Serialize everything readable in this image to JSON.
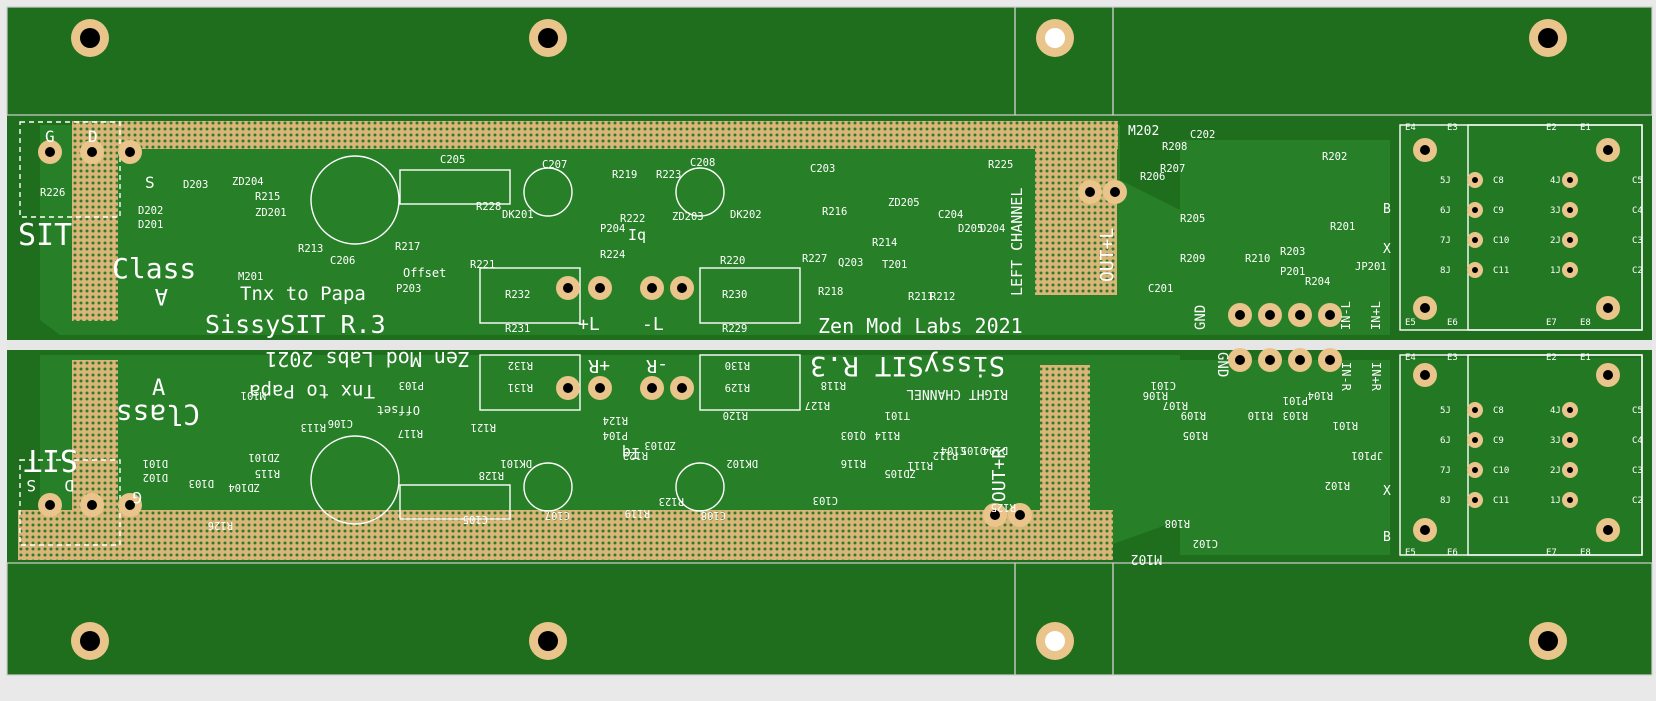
{
  "colors": {
    "background": "#e9e9e9",
    "soldermask": "#1e6e1e",
    "copper_trace": "#2f8f2f",
    "pad": "#e9c58b",
    "silkscreen": "#ffffff",
    "drill": "#000000"
  },
  "labels": {
    "sit_left": "SIT",
    "class_left": "Class",
    "class_a_left": "A",
    "tnx_left": "Tnx  to Papa",
    "product_left": "SissySIT  R.3",
    "offset_left": "Offset",
    "zen_left": "Zen Mod Labs 2021",
    "left_channel": "LEFT CHANNEL",
    "out_l": "OUT+L",
    "gnd_left": "GND",
    "plus_l": "+L",
    "minus_l": "-L",
    "iq_left": "Iq",
    "g_pin_left": "G",
    "d_pin_left": "D",
    "s_pin_left": "S",
    "m202": "M202",
    "in_l": "IN-L",
    "in_plus_l": "IN+L",
    "b_top": "B",
    "x_top": "X",
    "sit_right": "SIT",
    "class_right": "Class",
    "class_a_right": "A",
    "tnx_right": "Tnx  to Papa",
    "product_right": "SissySIT R.3",
    "offset_right": "Offset",
    "zen_right": "Zen Mod Labs 2021",
    "right_channel": "RIGHT CHANNEL",
    "out_r": "OUT+R",
    "gnd_right": "GND",
    "plus_r": "+R",
    "minus_r": "-R",
    "iq_right": "Iq",
    "g_pin_right": "G",
    "d_pin_right": "D",
    "s_pin_right": "S",
    "m102": "M102",
    "in_r": "IN-R",
    "in_plus_r": "IN+R",
    "b_bottom": "B",
    "x_bottom": "X"
  },
  "refdes_top": [
    "R226",
    "D203",
    "ZD204",
    "D202",
    "D201",
    "R215",
    "ZD201",
    "R213",
    "C206",
    "C205",
    "R228",
    "R217",
    "DK201",
    "C207",
    "R219",
    "R223",
    "C208",
    "DK202",
    "P204",
    "R221",
    "R224",
    "R222",
    "P203",
    "R232",
    "R231",
    "R230",
    "R229",
    "R220",
    "R227",
    "R218",
    "R216",
    "Q203",
    "C203",
    "ZD205",
    "R214",
    "T201",
    "R211",
    "R212",
    "C204",
    "D205",
    "D204",
    "R225",
    "M201",
    "R208",
    "C202",
    "R207",
    "R206",
    "R205",
    "R209",
    "R210",
    "R203",
    "R202",
    "C201",
    "R201",
    "R204",
    "P201",
    "JP201",
    "ZD203"
  ],
  "refdes_bottom": [
    "R126",
    "D103",
    "ZD104",
    "D102",
    "D101",
    "R115",
    "ZD101",
    "R113",
    "C106",
    "C105",
    "R128",
    "R117",
    "DK101",
    "C107",
    "R119",
    "R123",
    "C108",
    "DK102",
    "P104",
    "R121",
    "R124",
    "R122",
    "P103",
    "R132",
    "R131",
    "R130",
    "R129",
    "R120",
    "R127",
    "R118",
    "R116",
    "Q103",
    "C103",
    "ZD105",
    "R114",
    "T101",
    "R111",
    "R112",
    "C104",
    "D105",
    "D104",
    "R125",
    "M101",
    "R108",
    "C102",
    "R107",
    "R106",
    "R105",
    "R109",
    "R110",
    "R103",
    "R102",
    "C101",
    "R101",
    "R104",
    "P101",
    "JP101",
    "ZD103"
  ],
  "connector_labels": {
    "top": [
      "E4",
      "E3",
      "E2",
      "E1",
      "5J",
      "6J",
      "7J",
      "8J",
      "C8",
      "C9",
      "C10",
      "C11",
      "4J",
      "3J",
      "2J",
      "1J",
      "C5",
      "C4",
      "C3",
      "C2",
      "E5",
      "E6",
      "E7",
      "E8"
    ],
    "bottom": [
      "E4",
      "E3",
      "E2",
      "E1",
      "5J",
      "6J",
      "7J",
      "8J",
      "C8",
      "C9",
      "C10",
      "C11",
      "4J",
      "3J",
      "2J",
      "1J",
      "C5",
      "C4",
      "C3",
      "C2",
      "E5",
      "E6",
      "E7",
      "E8"
    ]
  }
}
